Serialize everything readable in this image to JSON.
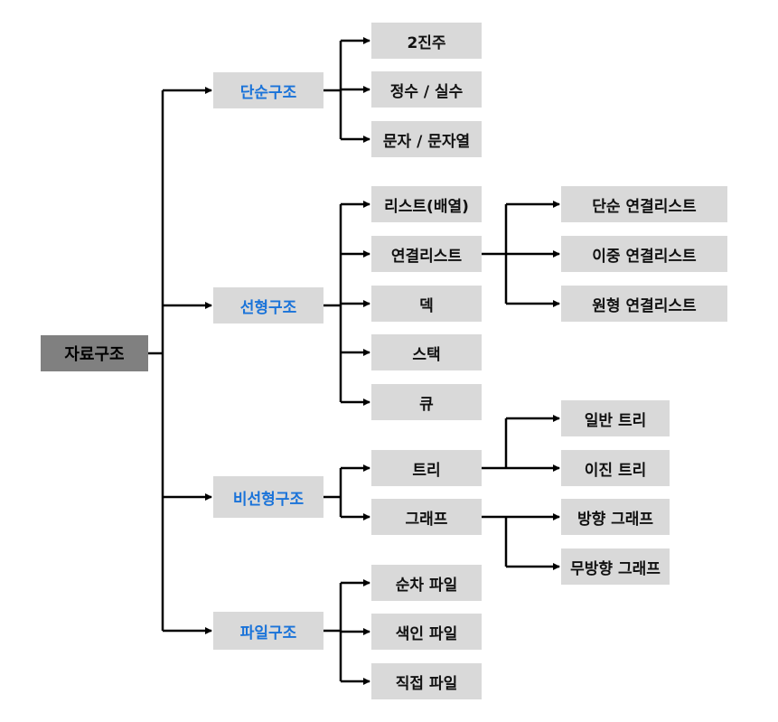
{
  "colors": {
    "box_fill": "#d9d9d9",
    "root_fill": "#808080",
    "category_text": "#1a73d9",
    "line": "#000000"
  },
  "root": {
    "label": "자료구조"
  },
  "categories": {
    "simple": {
      "label": "단순구조",
      "items": [
        "2진주",
        "정수 / 실수",
        "문자 / 문자열"
      ]
    },
    "linear": {
      "label": "선형구조",
      "items": [
        "리스트(배열)",
        "연결리스트",
        "덱",
        "스택",
        "큐"
      ],
      "linked_list_types": [
        "단순 연결리스트",
        "이중 연결리스트",
        "원형 연결리스트"
      ]
    },
    "nonlinear": {
      "label": "비선형구조",
      "items": [
        "트리",
        "그래프"
      ],
      "tree_types": [
        "일반 트리",
        "이진 트리"
      ],
      "graph_types": [
        "방향 그래프",
        "무방향 그래프"
      ]
    },
    "file": {
      "label": "파일구조",
      "items": [
        "순차 파일",
        "색인 파일",
        "직접 파일"
      ]
    }
  }
}
